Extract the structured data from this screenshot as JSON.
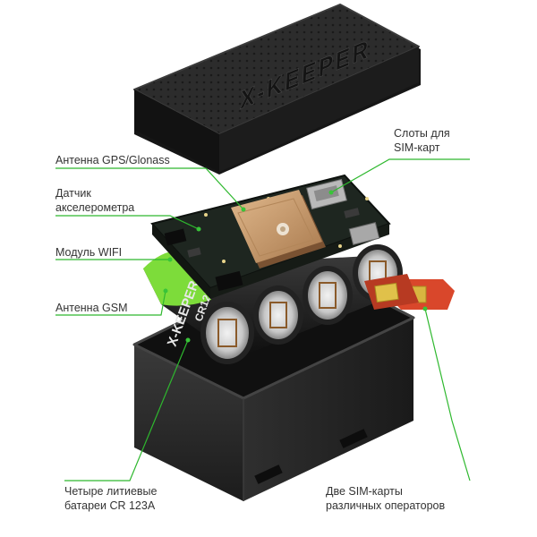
{
  "labels": {
    "gps_antenna": "Антенна GPS/Glonass",
    "accelerometer": [
      "Датчик",
      "акселерометра"
    ],
    "wifi_module": "Модуль WIFI",
    "gsm_antenna": "Антенна GSM",
    "batteries": [
      "Четыре литиевые",
      "батареи CR 123A"
    ],
    "sim_slots": [
      "Слоты для",
      "SIM-карт"
    ],
    "two_sims": [
      "Две SIM-карты",
      "различных операторов"
    ]
  },
  "device": {
    "lid_brand": "X-KEEPER",
    "battery_brand": "X-KEEPER",
    "battery_model": "CR123A"
  },
  "colors": {
    "leader_line": "#2eb82e",
    "leader_dot": "#39c439",
    "label_text": "#333333",
    "case": "#2a2a2a",
    "pcb": "#1e2620",
    "gps_patch": "#c99a6a",
    "battery_band": "#7ddc3a",
    "sim_card": "#d9472b",
    "sim_chip": "#d8b640"
  }
}
